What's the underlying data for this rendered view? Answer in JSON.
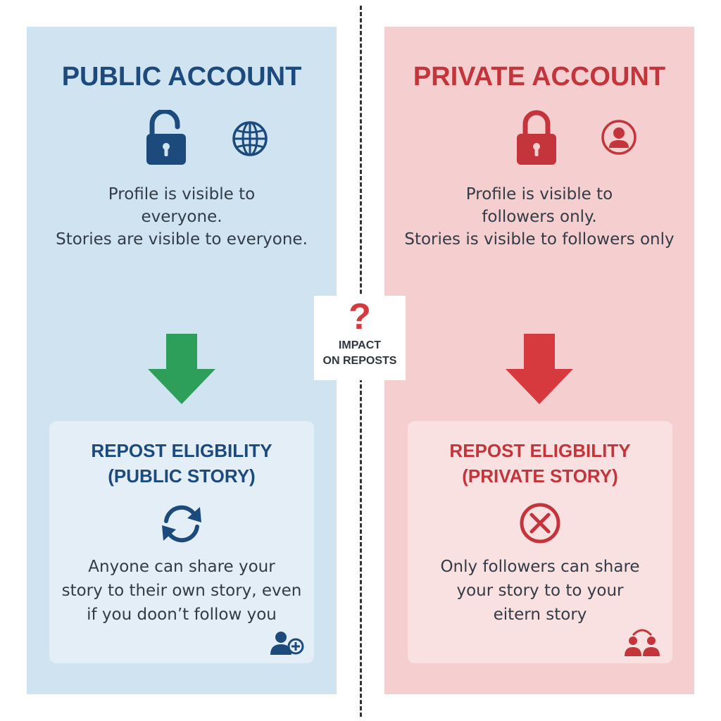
{
  "public": {
    "title": "PUBLIC ACCOUNT",
    "icons": [
      "unlocked-padlock-icon",
      "globe-icon"
    ],
    "desc_lines": [
      "Profile is visible to",
      "everyone.",
      "Stories are visible to everyone."
    ],
    "card_title_lines": [
      "REPOST ELIGBILITY",
      "(PUBLIC STORY)"
    ],
    "card_icon": "refresh-icon",
    "card_body_lines": [
      "Anyone can share your",
      "story to their own story, even",
      "if you doon’t follow you"
    ],
    "corner_icon": "user-add-icon",
    "colors": {
      "accent": "#1c4a7d",
      "panel": "#cfe3f1",
      "arrow": "#2e9e5b"
    }
  },
  "private": {
    "title": "PRIVATE ACCOUNT",
    "icons": [
      "locked-padlock-icon",
      "user-circle-icon"
    ],
    "desc_lines": [
      "Profile is visible to",
      "followers only.",
      "Stories is visible to followers only"
    ],
    "card_title_lines": [
      "REPOST ELIGBILITY",
      "(PRIVATE STORY)"
    ],
    "card_icon": "circle-x-icon",
    "card_body_lines": [
      "Only followers can share",
      "your story to to your",
      "eitern story"
    ],
    "corner_icon": "group-icon",
    "colors": {
      "accent": "#c3353a",
      "panel": "#f5cfd0",
      "arrow": "#d63a3f"
    }
  },
  "center": {
    "symbol": "?",
    "label_lines": [
      "IMPACT",
      "ON REPOSTS"
    ]
  }
}
